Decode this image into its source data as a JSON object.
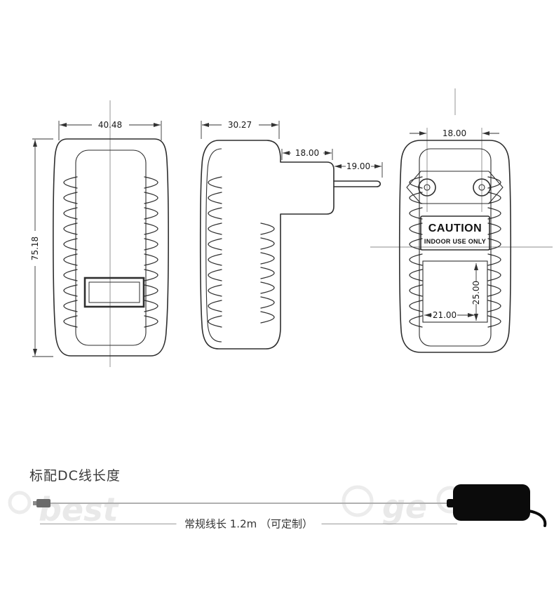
{
  "drawing": {
    "front": {
      "width": "40.48",
      "height": "75.18"
    },
    "side": {
      "depth": "30.27",
      "plug_base_width": "18.00",
      "pin_length": "19.00"
    },
    "back": {
      "pin_pitch": "18.00",
      "caution_title": "CAUTION",
      "caution_subtitle": "INDOOR USE ONLY",
      "label_width": "21.00",
      "label_height": "25.00"
    }
  },
  "cable": {
    "heading": "标配DC线长度",
    "note": "常规线长 1.2m （可定制）"
  },
  "watermark": {
    "left": "best",
    "right": "ge"
  }
}
